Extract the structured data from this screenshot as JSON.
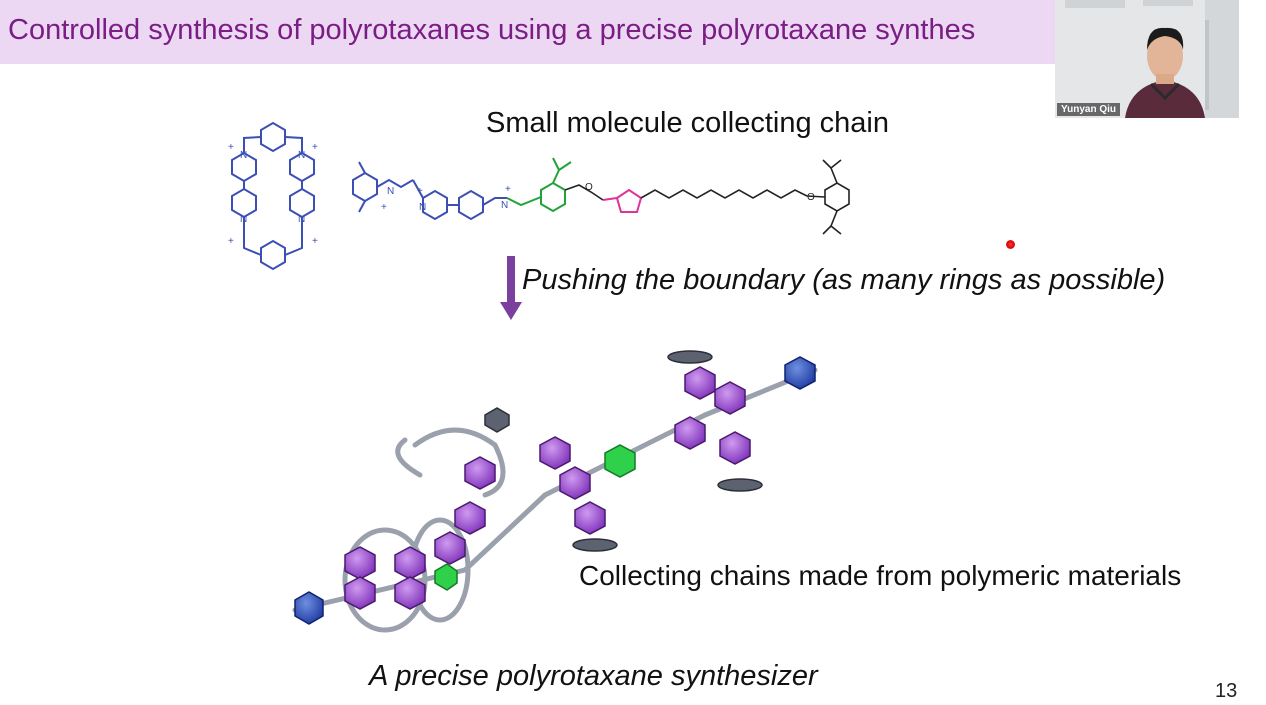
{
  "slide": {
    "title": "Controlled synthesis of polyrotaxanes using a precise polyrotaxane synthes",
    "caption_small_molecule": "Small molecule collecting chain",
    "caption_pushing": "Pushing the boundary (as many rings as possible)",
    "caption_collecting": "Collecting chains made from polymeric materials",
    "caption_synthesizer": "A precise polyrotaxane synthesizer",
    "page_number": "13",
    "chem_labels": {
      "plus": "+",
      "n": "N",
      "o": "O"
    }
  },
  "video": {
    "participant_name": "Yunyan Qiu"
  },
  "colors": {
    "title_bg": "#ecd8f3",
    "title_text": "#7a1d84",
    "ring_blue": "#3b4fb5",
    "green": "#22a33a",
    "pink": "#e0339a",
    "arrow_purple": "#7b3f9e",
    "ring_purple": "#9b3fd6"
  }
}
